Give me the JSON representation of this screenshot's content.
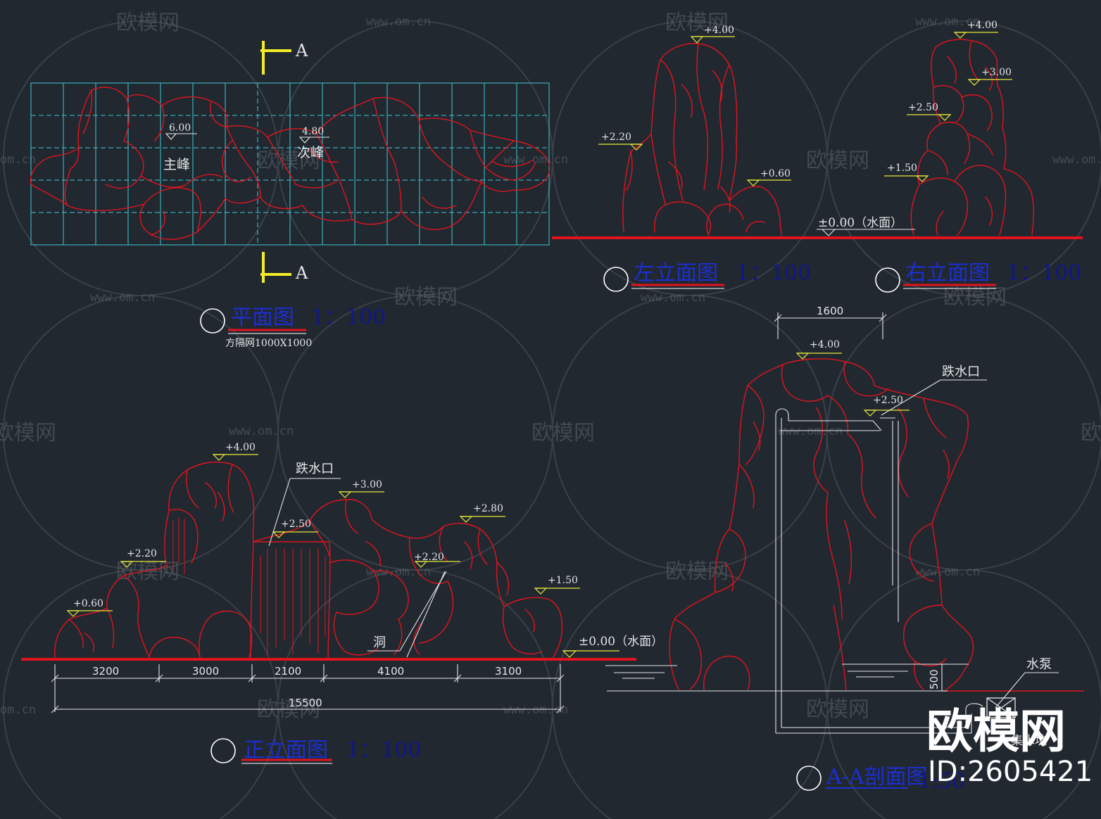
{
  "watermark": {
    "brand": "欧模网",
    "url": "www.om.cn",
    "url_fragment": "om.cn"
  },
  "stamp": {
    "brand": "欧模网",
    "id": "ID:2605421"
  },
  "views": {
    "plan": {
      "title": "平面图",
      "scale": "1：100",
      "note": "方隔网1000X1000",
      "section_mark": "A"
    },
    "left": {
      "title": "左立面图",
      "scale": "1：100"
    },
    "right": {
      "title": "右立面图",
      "scale": "1：100"
    },
    "front": {
      "title": "正立面图",
      "scale": "1：100"
    },
    "section": {
      "title": "A-A剖面图",
      "scale": "1:50"
    }
  },
  "labels": {
    "main_peak": "主峰",
    "sub_peak": "次峰",
    "waterfall_outlet": "跌水口",
    "cave": "洞",
    "pump": "水泵",
    "water_level": "±0.00（水面）",
    "collector": "集水坑"
  },
  "elevations": {
    "plan": [
      "6.00",
      "4.80"
    ],
    "left": [
      "+4.00",
      "+2.20",
      "+0.60"
    ],
    "right": [
      "+4.00",
      "+3.00",
      "+2.50",
      "+1.50"
    ],
    "front": [
      "+4.00",
      "+3.00",
      "+2.80",
      "+2.50",
      "+2.20",
      "+2.20",
      "+1.50",
      "+0.60"
    ],
    "section": [
      "+4.00",
      "+2.50"
    ]
  },
  "dimensions": {
    "front_segments": [
      "3200",
      "3000",
      "2100",
      "4100",
      "3100"
    ],
    "front_total": "15500",
    "section_width": "1600",
    "section_depth": "500"
  },
  "colors": {
    "background": "#212830",
    "rock": "#e0141e",
    "grid": "#3ec7d6",
    "leader": "#e8e63a",
    "title": "#1c2fd0"
  }
}
